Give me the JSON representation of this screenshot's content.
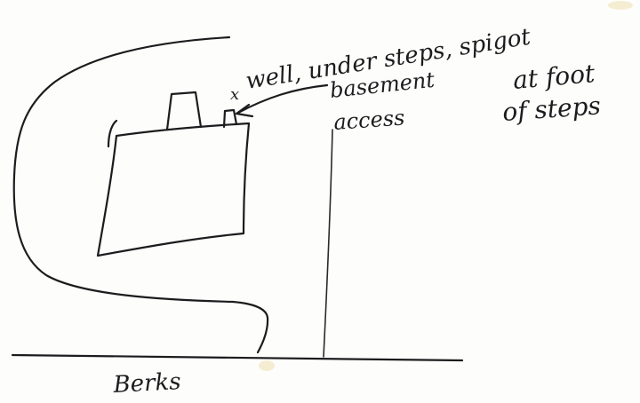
{
  "annotations": {
    "well_line1": "well, under steps, spigot",
    "well_line2": "basement",
    "well_line3": "access",
    "spigot_line2": "at foot",
    "spigot_line3": "of steps",
    "well_marker": "x"
  },
  "street": {
    "label": "Berks"
  },
  "colors": {
    "ink": "#1c1c1f",
    "paper": "#fdfdfb",
    "stain": "#f3e8c8"
  }
}
